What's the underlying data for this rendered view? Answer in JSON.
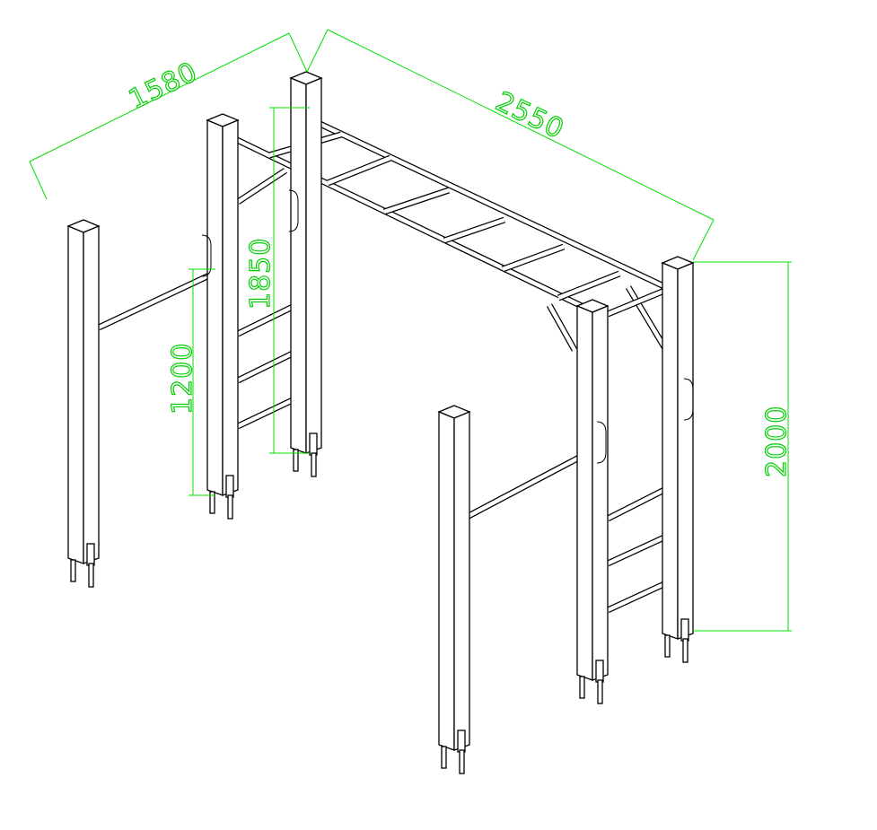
{
  "drawing": {
    "colors": {
      "lines": "#000000",
      "dimensions": "#00e000"
    },
    "dimensions": {
      "depth": "1580",
      "length": "2550",
      "ladder_height": "1850",
      "bar_height": "1200",
      "total_height": "2000"
    }
  }
}
